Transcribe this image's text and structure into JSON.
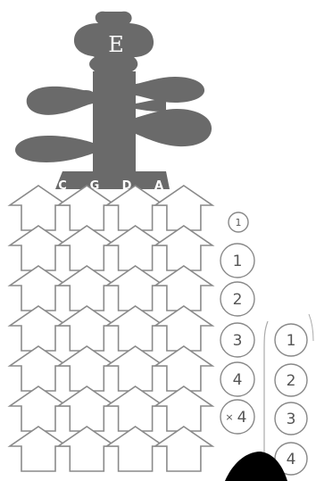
{
  "scroll": {
    "letter": "E"
  },
  "strings": [
    "C",
    "G",
    "D",
    "A"
  ],
  "fingering": {
    "main": [
      "1",
      "1",
      "2",
      "3",
      "4",
      "4"
    ],
    "main_prefix": "×",
    "alternate": [
      "1",
      "2",
      "3",
      "4"
    ]
  },
  "grid": {
    "rows": 7,
    "columns": 4
  },
  "colors": {
    "body": "#6a6a6a",
    "outline": "#8a8a8a",
    "text": "#555555"
  }
}
